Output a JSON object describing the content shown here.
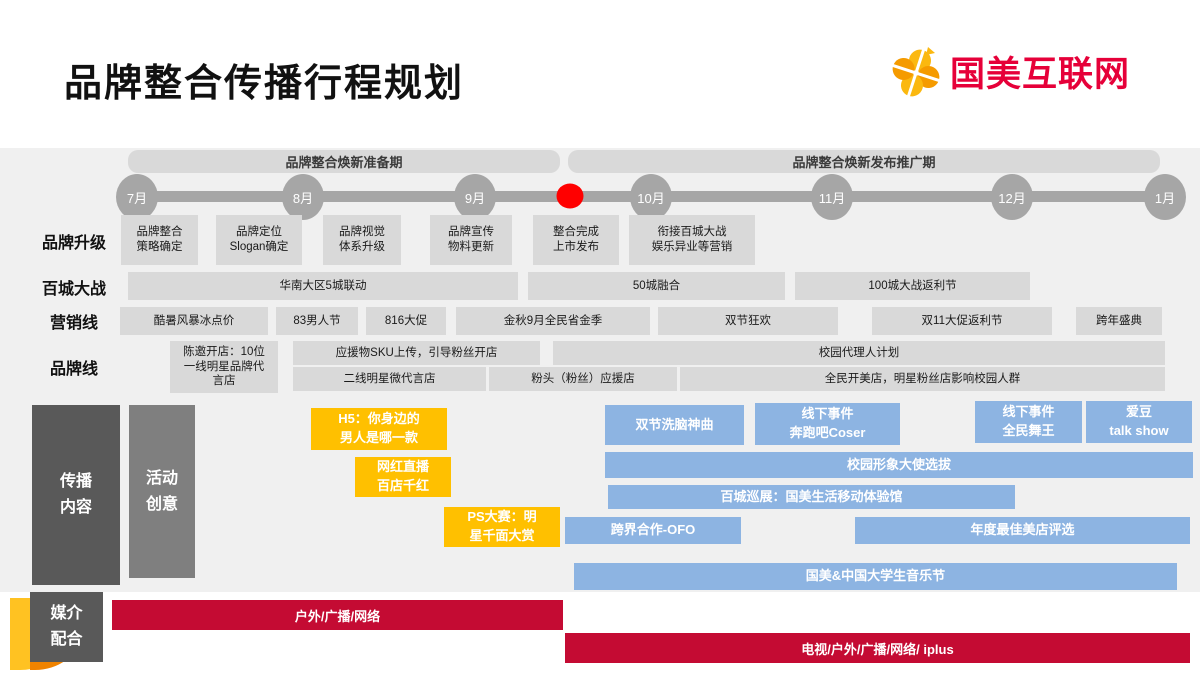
{
  "title": "品牌整合传播行程规划",
  "logo": {
    "brand": "国美互联网"
  },
  "phases": [
    {
      "label": "品牌整合焕新准备期"
    },
    {
      "label": "品牌整合焕新发布推广期"
    }
  ],
  "months": [
    "7月",
    "8月",
    "9月",
    "10月",
    "11月",
    "12月",
    "1月"
  ],
  "lanes": [
    {
      "label": "品牌升级"
    },
    {
      "label": "百城大战"
    },
    {
      "label": "营销线"
    },
    {
      "label": "品牌线"
    }
  ],
  "brand_upgrade": [
    "品牌整合\n策略确定",
    "品牌定位\nSlogan确定",
    "品牌视觉\n体系升级",
    "品牌宣传\n物料更新",
    "整合完成\n上市发布",
    "衔接百城大战\n娱乐异业等营销"
  ],
  "hundred_cities": [
    "华南大区5城联动",
    "50城融合",
    "100城大战返利节"
  ],
  "marketing": [
    "酷暑风暴冰点价",
    "83男人节",
    "816大促",
    "金秋9月全民省金季",
    "双节狂欢",
    "双11大促返利节",
    "跨年盛典"
  ],
  "brand_line": [
    "陈邀开店：10位\n一线明星品牌代\n言店",
    "应援物SKU上传，引导粉丝开店",
    "校园代理人计划",
    "二线明星微代言店",
    "粉头（粉丝）应援店",
    "全民开美店，明星粉丝店影响校园人群"
  ],
  "content_section": {
    "label": "传播\n内容",
    "sublabel": "活动\n创意",
    "yellow": [
      "H5：你身边的\n男人是哪一款",
      "网红直播\n百店千红",
      "PS大赛：明\n星千面大赏"
    ],
    "blue": [
      "双节洗脑神曲",
      "线下事件\n奔跑吧Coser",
      "线下事件\n全民舞王",
      "爱豆\ntalk show",
      "校园形象大使选拔",
      "百城巡展：国美生活移动体验馆",
      "跨界合作-OFO",
      "年度最佳美店评选",
      "国美&中国大学生音乐节"
    ]
  },
  "media_section": {
    "label": "媒介\n配合",
    "bars": [
      "户外/广播/网络",
      "电视/户外/广播/网络/ iplus"
    ]
  },
  "colors": {
    "accent_red": "#c40b33",
    "logo_red": "#e60039",
    "gold": "#ffc000",
    "light_blue": "#8db4e2",
    "box_gray": "#d9d9d9",
    "dark_gray": "#595959",
    "medium_gray": "#7f7f7f",
    "timeline_gray": "#a6a6a6",
    "band_gray": "#f0f0f0",
    "dot_red": "#ff0000"
  }
}
